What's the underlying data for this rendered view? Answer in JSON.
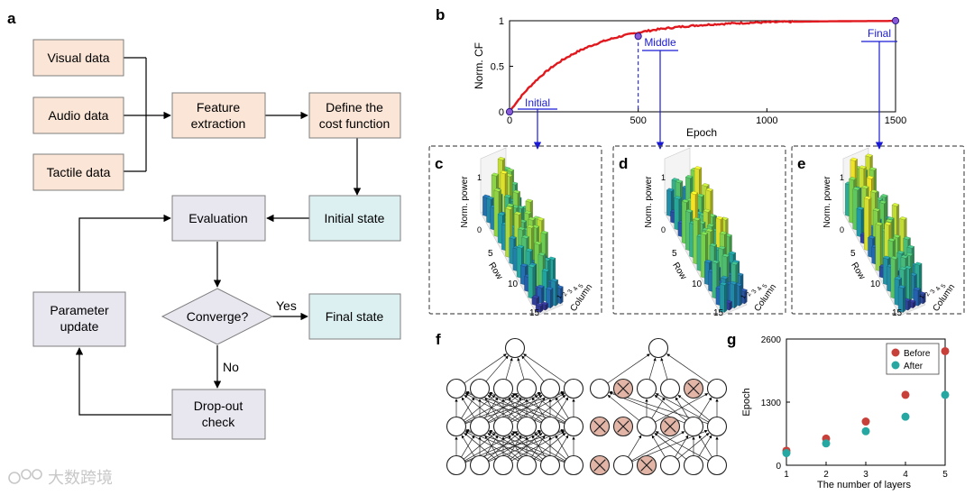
{
  "panels": {
    "a": {
      "letter": "a"
    },
    "b": {
      "letter": "b"
    },
    "c": {
      "letter": "c"
    },
    "d": {
      "letter": "d"
    },
    "e": {
      "letter": "e"
    },
    "f": {
      "letter": "f"
    },
    "g": {
      "letter": "g"
    }
  },
  "flowchart": {
    "visual": "Visual data",
    "audio": "Audio data",
    "tactile": "Tactile data",
    "feature_1": "Feature",
    "feature_2": "extraction",
    "cost_1": "Define the",
    "cost_2": "cost function",
    "initial": "Initial state",
    "evaluation": "Evaluation",
    "converge": "Converge?",
    "yes": "Yes",
    "no": "No",
    "final": "Final state",
    "param_1": "Parameter",
    "param_2": "update",
    "dropout_1": "Drop-out",
    "dropout_2": "check",
    "colors": {
      "input": "#fbe5d6",
      "process": "#e8e6ef",
      "state": "#dcf0f2"
    }
  },
  "chart_b": {
    "type": "line",
    "xlabel": "Epoch",
    "ylabel": "Norm. CF",
    "xticks": [
      "0",
      "500",
      "1000",
      "1500"
    ],
    "yticks": [
      "0",
      "0.5",
      "1"
    ],
    "xlim": [
      0,
      1500
    ],
    "ylim": [
      0,
      1
    ],
    "curve_color": "#e0191f",
    "annotations": {
      "initial": "Initial",
      "middle": "Middle",
      "final": "Final"
    },
    "points": {
      "initial": [
        0,
        0
      ],
      "middle": [
        500,
        0.83
      ],
      "final": [
        1500,
        1.0
      ]
    }
  },
  "bar3d": {
    "zlabel": "Norm. power",
    "row_label": "Row",
    "column_label": "Column",
    "z_ticks": [
      "0",
      "1"
    ],
    "row_ticks": [
      "5",
      "10",
      "15"
    ],
    "col_ticks": [
      "1",
      "2",
      "3",
      "4",
      "5"
    ]
  },
  "chart_g": {
    "type": "scatter",
    "xlabel": "The number of layers",
    "ylabel": "Epoch",
    "x": [
      1,
      2,
      3,
      4,
      5
    ],
    "yticks": [
      "0",
      "1300",
      "2600"
    ],
    "xticks": [
      "1",
      "2",
      "3",
      "4",
      "5"
    ],
    "ylim": [
      0,
      2600
    ],
    "series": [
      {
        "name": "Before",
        "color": "#c8403a",
        "values": [
          300,
          550,
          900,
          1450,
          2350
        ]
      },
      {
        "name": "After",
        "color": "#27a7a2",
        "values": [
          250,
          450,
          700,
          1000,
          1450
        ]
      }
    ]
  },
  "watermark": "大数跨境"
}
